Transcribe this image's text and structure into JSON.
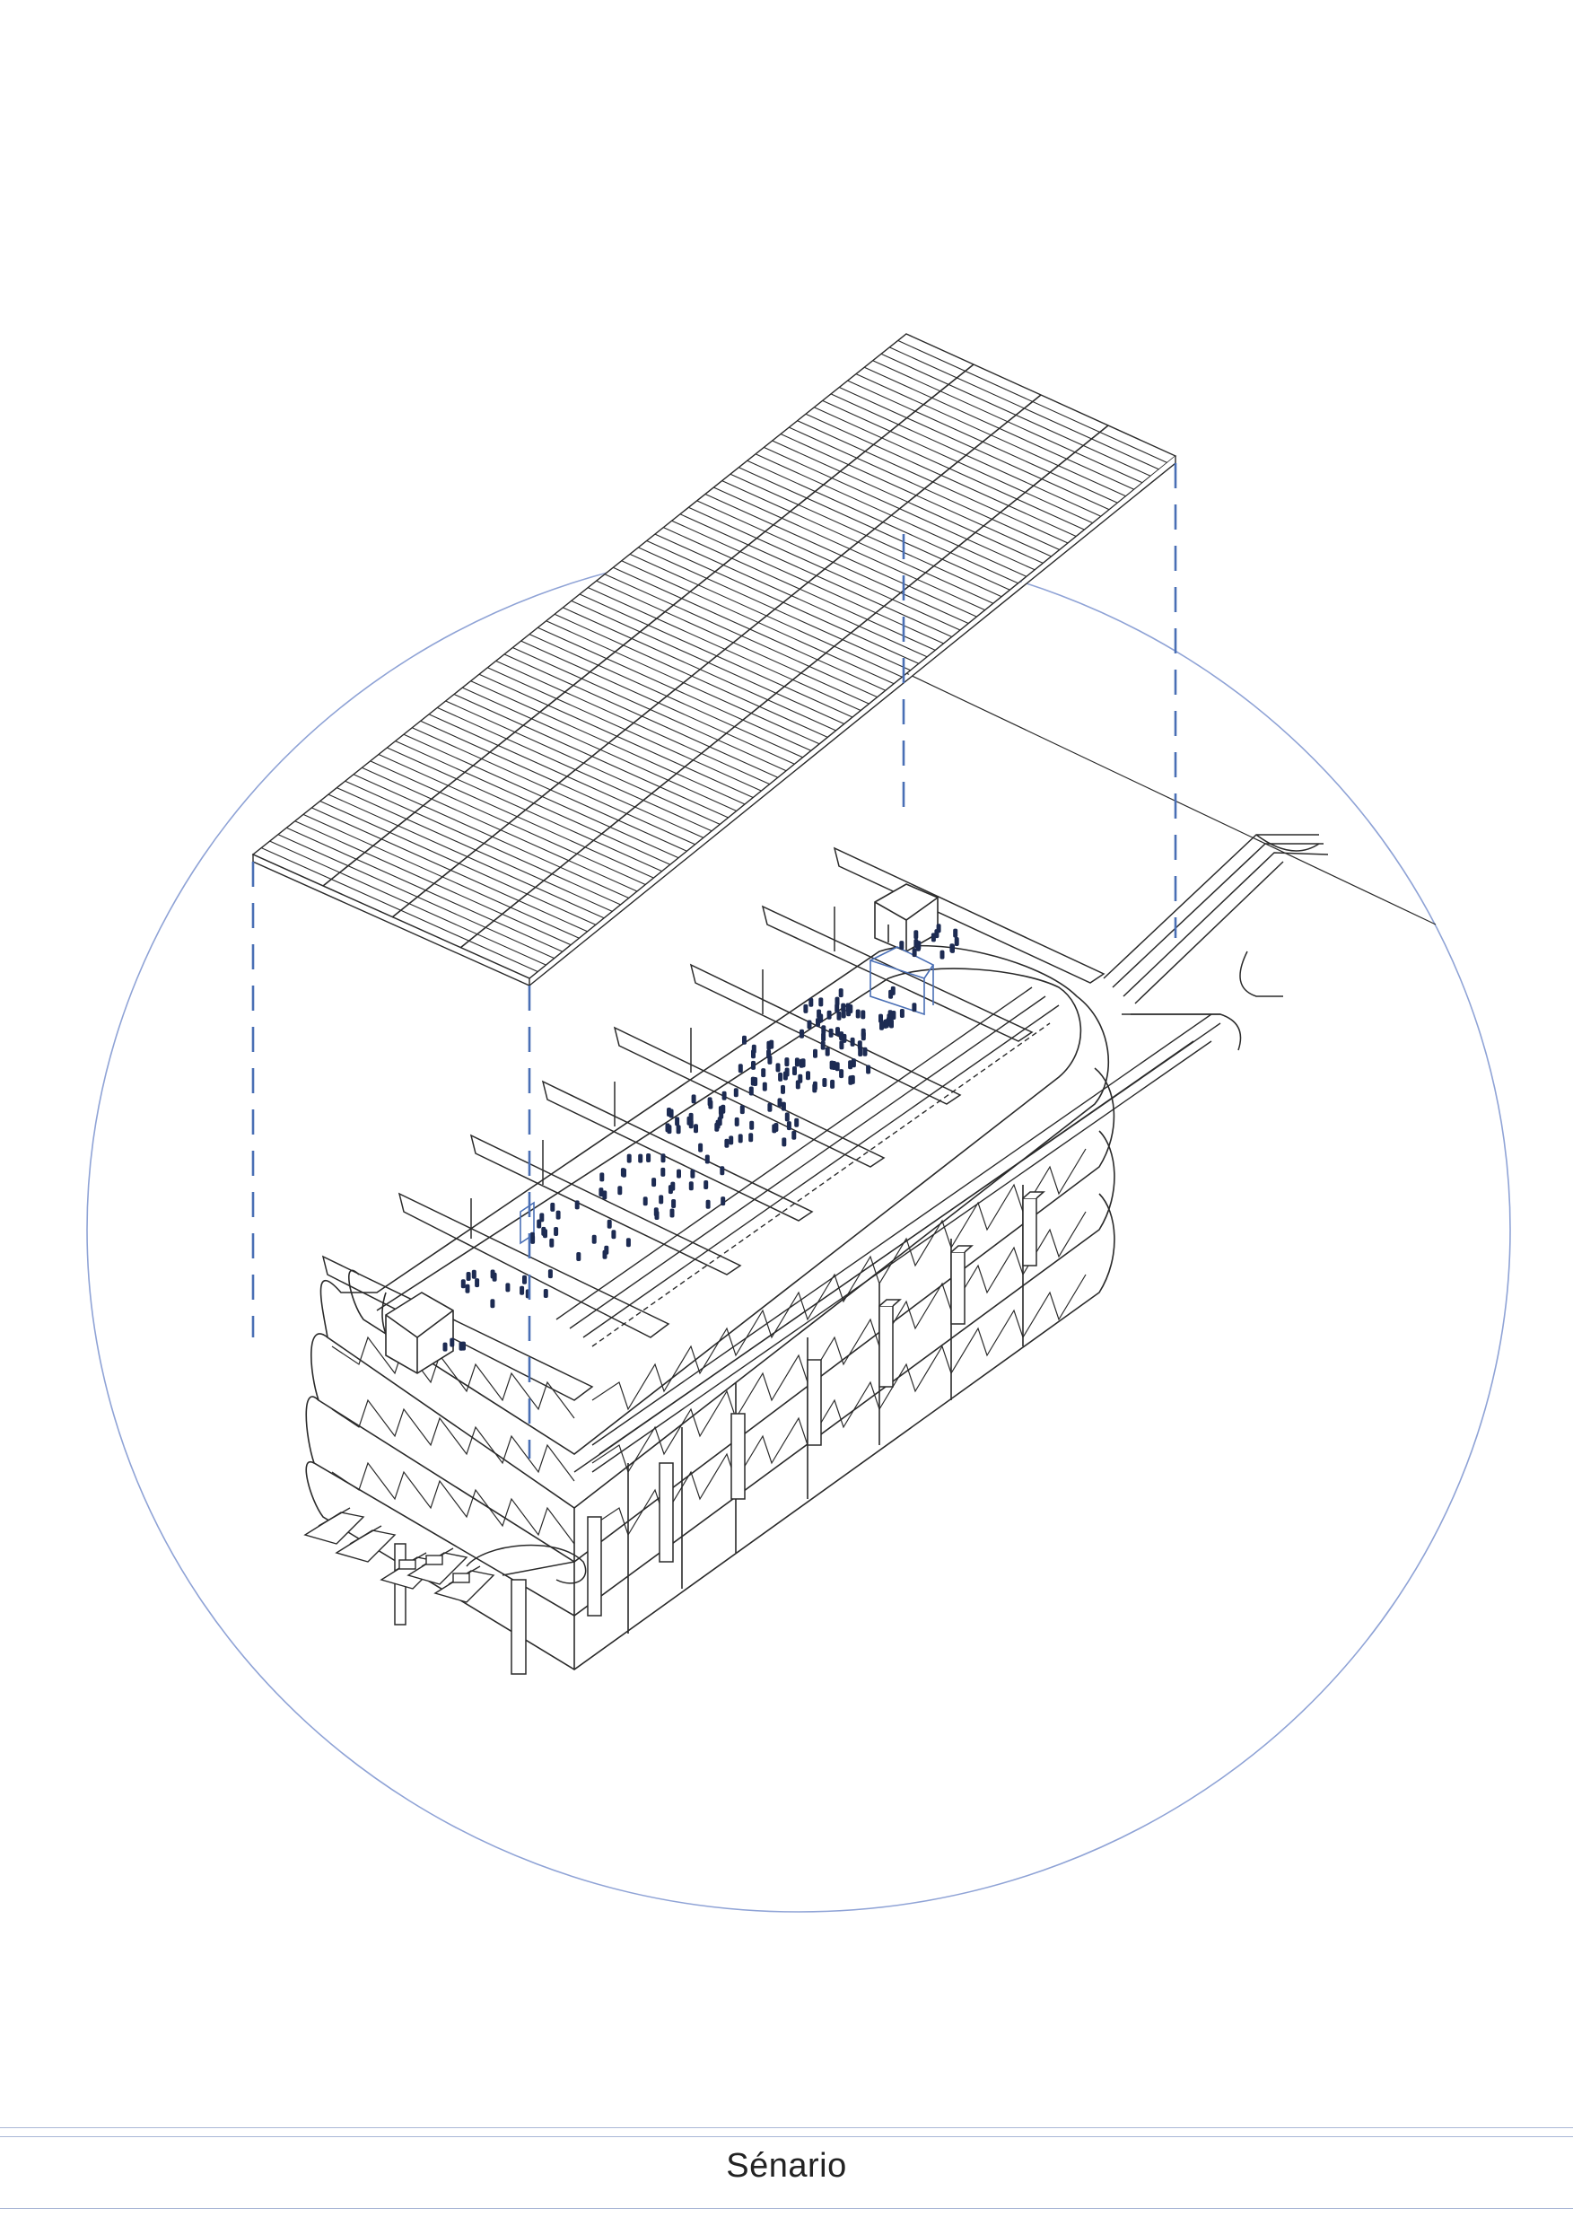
{
  "title": "Sénario",
  "colors": {
    "ink": "#2a2a2a",
    "accent_blue": "#4a6fb5",
    "circle_blue": "#8fa3d6",
    "crowd": "#1d2b52",
    "footer_rule": "#a9b7d6"
  },
  "drawing": {
    "type": "isometric-exploded-axonometric",
    "components": [
      "roof-canopy",
      "oval-ramp-structure",
      "support-pillars",
      "crowd-figures",
      "boats",
      "bridge-road",
      "enclosing-circle"
    ]
  }
}
